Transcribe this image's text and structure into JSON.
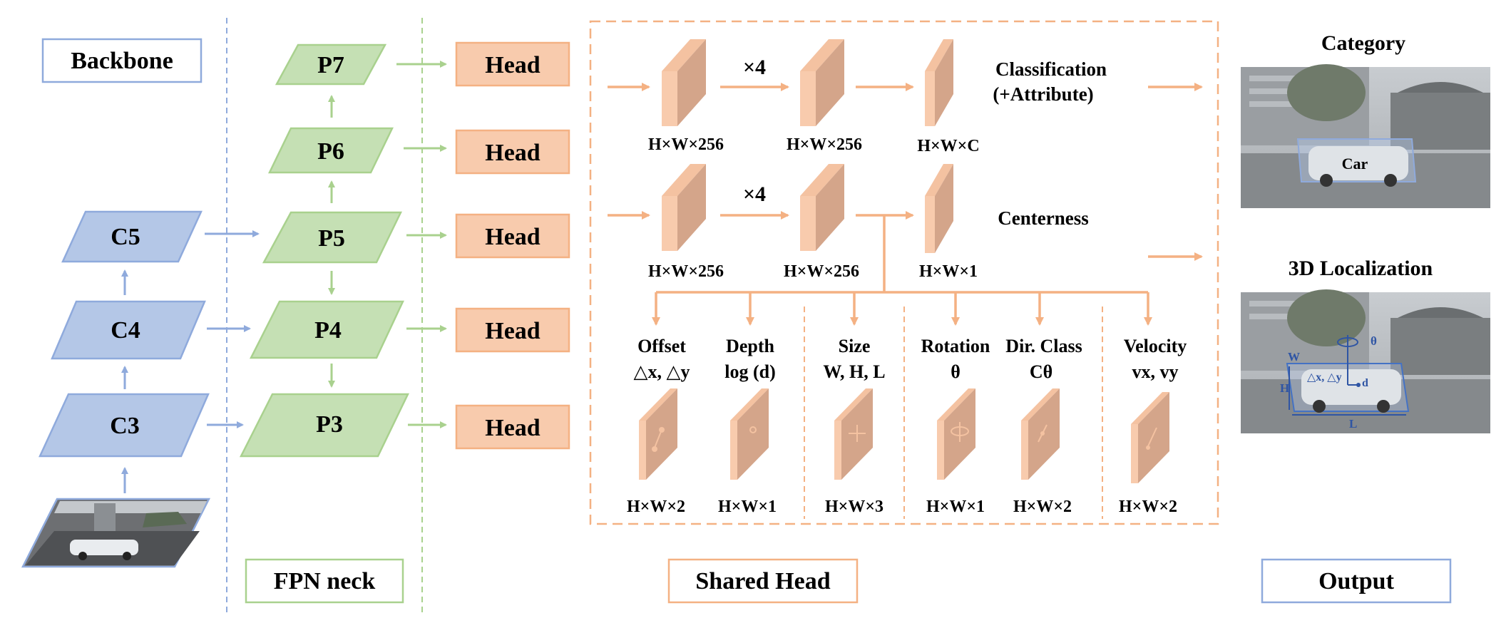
{
  "sections": {
    "backbone": "Backbone",
    "fpn": "FPN neck",
    "shared_head": "Shared Head",
    "output": "Output"
  },
  "backbone_levels": [
    "C5",
    "C4",
    "C3"
  ],
  "fpn_levels": [
    "P7",
    "P6",
    "P5",
    "P4",
    "P3"
  ],
  "head_label": "Head",
  "shared_head": {
    "cls_repeat": "×4",
    "ctr_repeat": "×4",
    "cls_dims": [
      "H×W×256",
      "H×W×256",
      "H×W×C"
    ],
    "ctr_dims": [
      "H×W×256",
      "H×W×256",
      "H×W×1"
    ],
    "cls_title_1": "Classification",
    "cls_title_2": "(+Attribute)",
    "ctr_title": "Centerness",
    "branches": [
      {
        "title": "Offset",
        "sub": "△x, △y",
        "dim": "H×W×2"
      },
      {
        "title": "Depth",
        "sub": "log (d)",
        "dim": "H×W×1"
      },
      {
        "title": "Size",
        "sub": "W, H, L",
        "dim": "H×W×3"
      },
      {
        "title": "Rotation",
        "sub": "θ",
        "dim": "H×W×1"
      },
      {
        "title": "Dir. Class",
        "sub": "Cθ",
        "dim": "H×W×2"
      },
      {
        "title": "Velocity",
        "sub": "vx, vy",
        "dim": "H×W×2"
      }
    ]
  },
  "output": {
    "category_title": "Category",
    "car_label": "Car",
    "loc_title": "3D Localization",
    "loc_labels": {
      "w": "W",
      "h": "H",
      "l": "L",
      "offset": "△x, △y",
      "d": "d",
      "theta": "θ"
    }
  },
  "colors": {
    "blue_fill": "#b4c7e7",
    "blue_stroke": "#8faadc",
    "green_fill": "#c5e0b4",
    "green_stroke": "#a9d18e",
    "orange_fill": "#f8cbad",
    "orange_stroke": "#f4b183",
    "feature_face": "#d4a58a",
    "feature_side": "#f4c2a1"
  }
}
